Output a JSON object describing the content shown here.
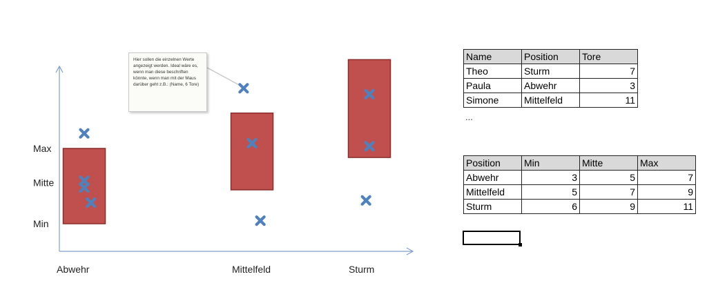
{
  "chart_data": {
    "type": "scatter",
    "categories": [
      "Abwehr",
      "Mittelfeld",
      "Sturm"
    ],
    "y_labels": [
      "Max",
      "Mitte",
      "Min"
    ],
    "bars": [
      {
        "category": "Abwehr",
        "bottom": 0.0,
        "top": 1.0
      },
      {
        "category": "Mittelfeld",
        "bottom": 0.45,
        "top": 1.47
      },
      {
        "category": "Sturm",
        "bottom": 0.88,
        "top": 2.18
      }
    ],
    "points": [
      {
        "category": "Abwehr",
        "offset": 0.0,
        "y": 1.2
      },
      {
        "category": "Abwehr",
        "offset": 0.0,
        "y": 0.57
      },
      {
        "category": "Abwehr",
        "offset": 0.0,
        "y": 0.48
      },
      {
        "category": "Abwehr",
        "offset": 0.04,
        "y": 0.28
      },
      {
        "category": "Mittelfeld",
        "offset": -0.05,
        "y": 1.8
      },
      {
        "category": "Mittelfeld",
        "offset": 0.0,
        "y": 1.07
      },
      {
        "category": "Mittelfeld",
        "offset": 0.05,
        "y": 0.04
      },
      {
        "category": "Sturm",
        "offset": 0.0,
        "y": 1.72
      },
      {
        "category": "Sturm",
        "offset": 0.0,
        "y": 1.03
      },
      {
        "category": "Sturm",
        "offset": -0.02,
        "y": 0.31
      }
    ],
    "ylim": [
      0,
      2.8
    ],
    "colors": {
      "bar": "#c0504d",
      "bar_border": "#8b2c2a",
      "marker": "#4f81bd",
      "axis": "#7f9fcf"
    }
  },
  "callout": {
    "text": "Hier sollen die einzelnen Werte angezeigt werden. Ideal wäre es, wenn man diese beschriften könnte, wenn man mit der Maus darüber geht z.B.: (Name, 6 Tore)"
  },
  "players_table": {
    "headers": [
      "Name",
      "Position",
      "Tore"
    ],
    "rows": [
      [
        "Theo",
        "Sturm",
        "7"
      ],
      [
        "Paula",
        "Abwehr",
        "3"
      ],
      [
        "Simone",
        "Mittelfeld",
        "11"
      ]
    ],
    "more": "..."
  },
  "stats_table": {
    "headers": [
      "Position",
      "Min",
      "Mitte",
      "Max"
    ],
    "rows": [
      [
        "Abwehr",
        "3",
        "5",
        "7"
      ],
      [
        "Mittelfeld",
        "5",
        "7",
        "9"
      ],
      [
        "Sturm",
        "6",
        "9",
        "11"
      ]
    ]
  }
}
